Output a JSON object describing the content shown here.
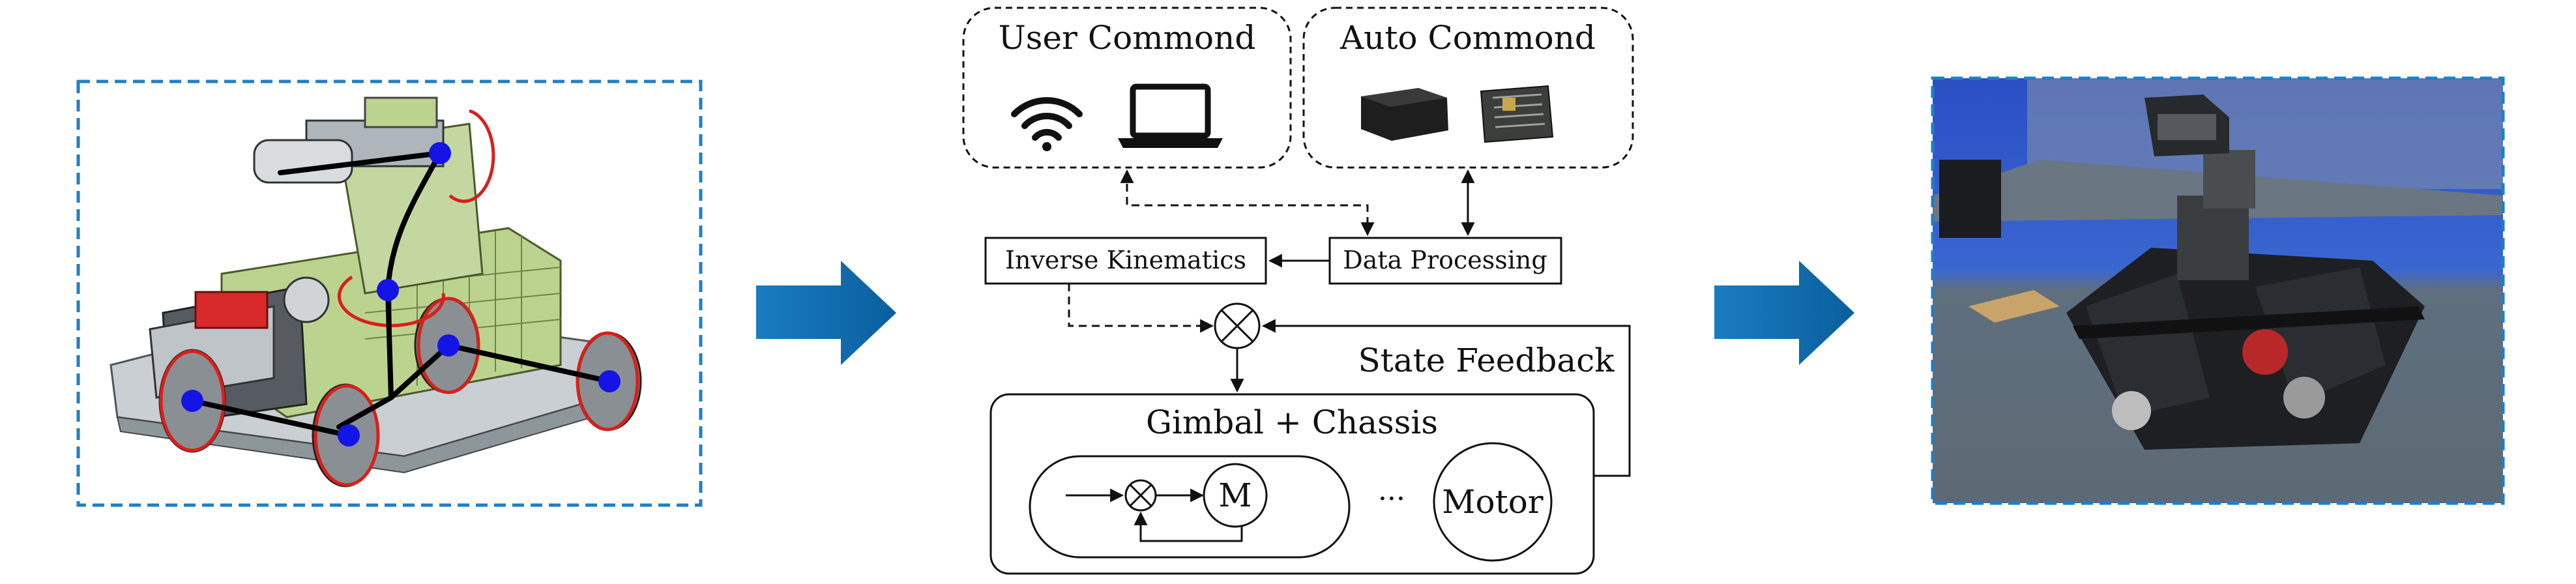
{
  "diagram": {
    "groups": {
      "user": {
        "label": "User Commond"
      },
      "auto": {
        "label": "Auto Commond"
      }
    },
    "nodes": {
      "inverse_kinematics": "Inverse Kinematics",
      "data_processing": "Data Processing",
      "state_feedback": "State Feedback",
      "plant_title": "Gimbal + Chassis",
      "motor_inner": "M",
      "ellipsis": "···",
      "motor": "Motor"
    },
    "icons": [
      "wifi-icon",
      "laptop-icon",
      "mini-pc-icon",
      "compute-board-icon"
    ],
    "colors": {
      "frame_blue": "#1f7fc4",
      "arrow_blue": "#0f6fb0",
      "wheel_ring_red": "#d8201a",
      "joint_blue": "#1414e6",
      "robot_green": "#bcd38f"
    }
  }
}
